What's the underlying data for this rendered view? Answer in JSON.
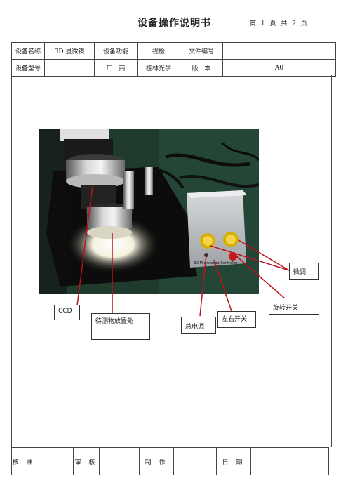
{
  "doc": {
    "title": "设备操作说明书",
    "page_info": "第 1 页  共 2 页"
  },
  "header": {
    "name_label": "设备名称",
    "name_value": "3D 显微镜",
    "function_label": "设备功能",
    "function_value": "视检",
    "file_no_label": "文件编号",
    "file_no_value": "",
    "model_label": "设备型号",
    "model_value": "",
    "maker_label": "厂　商",
    "maker_value": "桂林光学",
    "version_label": "版　本",
    "version_value": "A0"
  },
  "photo": {
    "device_label": "3D Microscope Controller"
  },
  "callouts": {
    "ccd": "CCD",
    "sample_area": "待测物放置处",
    "main_power": "总电源",
    "left_right_switch": "左右开关",
    "fine_adjust": "微调",
    "rotation_switch": "旋转开关"
  },
  "footer": {
    "approve_label": "核 准",
    "approve_value": "",
    "review_label": "审 核",
    "review_value": "",
    "make_label": "制 作",
    "make_value": "",
    "date_label": "日 期",
    "date_value": ""
  }
}
